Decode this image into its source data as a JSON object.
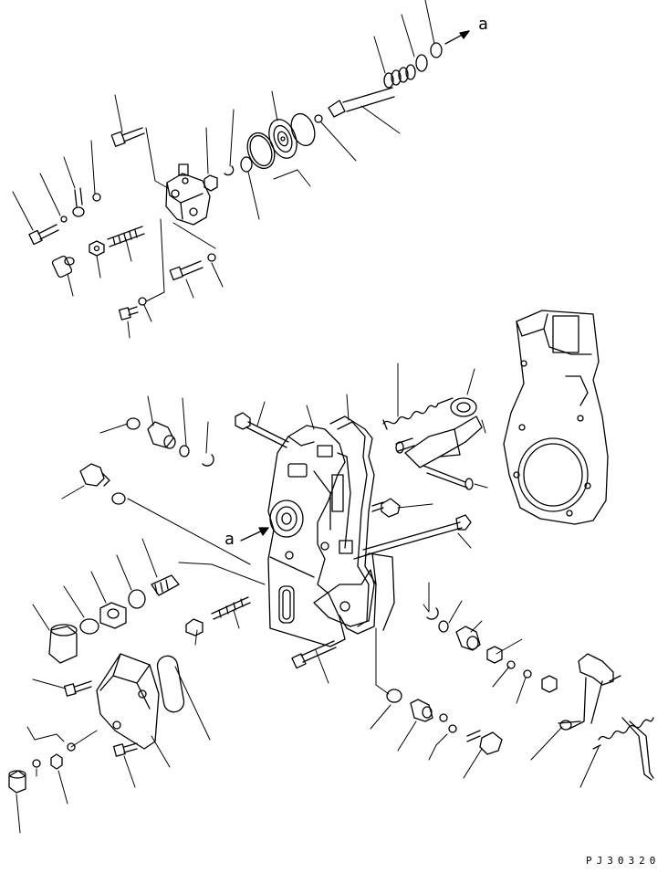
{
  "diagram": {
    "callout_label_top": "a",
    "callout_label_mid": "a",
    "drawing_code": "PJ30320"
  }
}
